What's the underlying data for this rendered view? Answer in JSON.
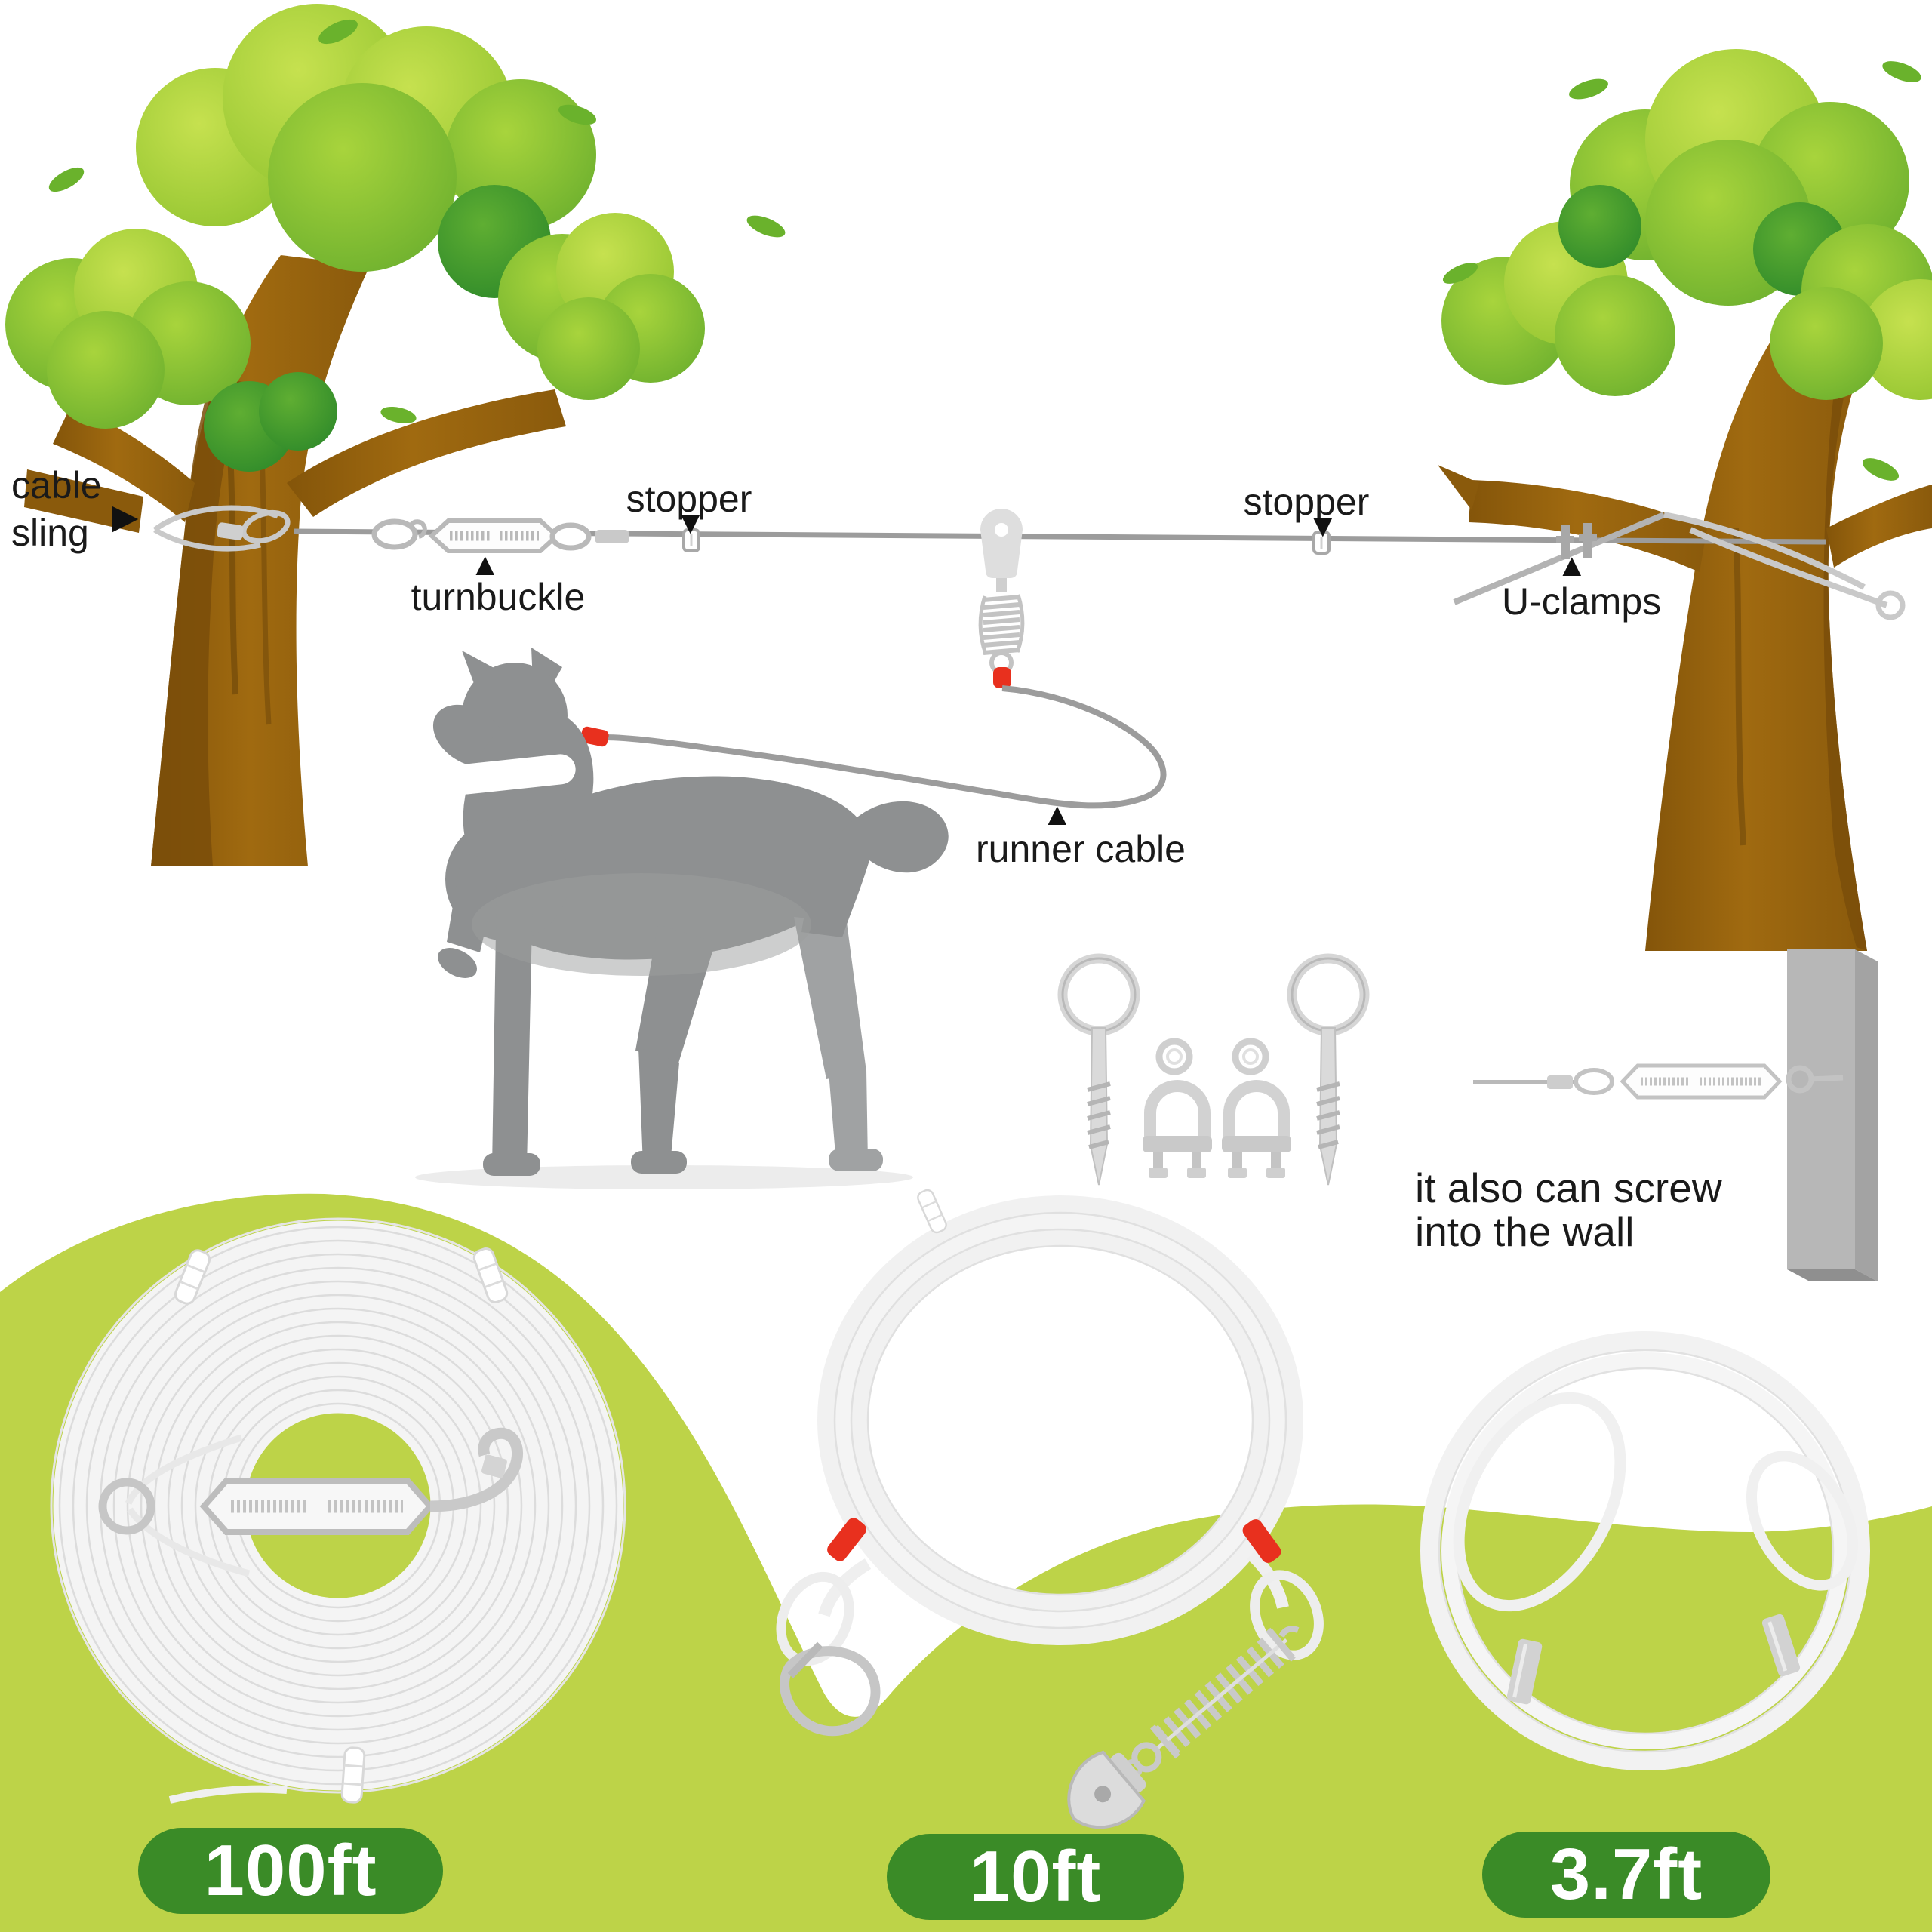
{
  "diagram": {
    "labels": {
      "cable_sling": "cable\nsling",
      "turnbuckle": "turnbuckle",
      "stopper_left": "stopper",
      "stopper_right": "stopper",
      "runner_cable": "runner cable",
      "u_clamps": "U-clamps"
    },
    "wall_note": "it also can screw\ninto the wall"
  },
  "products": [
    {
      "length_label": "100ft"
    },
    {
      "length_label": "10ft"
    },
    {
      "length_label": "3.7ft"
    }
  ],
  "icons": {
    "pointer_right": "▶",
    "pointer_up": "▲",
    "pointer_down": "▼"
  },
  "colors": {
    "background": "#ffffff",
    "lime_green": "#bdd348",
    "pill_green": "#3a8b27",
    "label_text": "#1a1a1a",
    "cable_gray": "#9c9c9c",
    "hardware_silver": "#c6c6c6",
    "red_accent": "#e8301e",
    "dog_gray": "#8e9091",
    "foliage_light": "#b9da3d",
    "foliage_dark": "#2f7d2a",
    "trunk_brown": "#9a6511",
    "wall_gray": "#b6b6b6"
  }
}
